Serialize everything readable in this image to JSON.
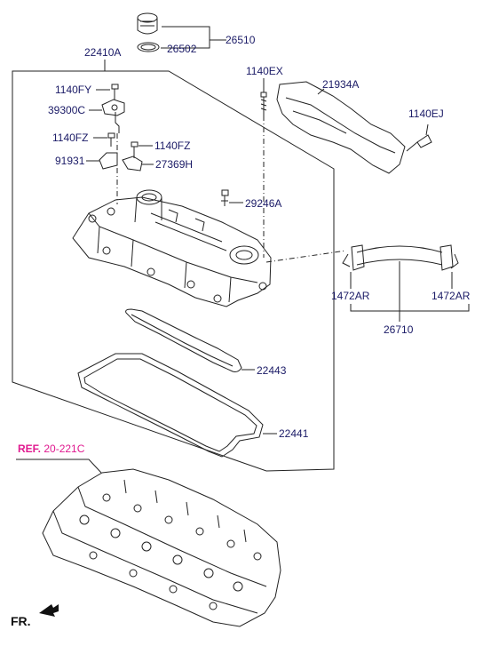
{
  "labels": {
    "l_26510": "26510",
    "l_26502": "26502",
    "l_22410A": "22410A",
    "l_1140EX": "1140EX",
    "l_21934A": "21934A",
    "l_1140FY": "1140FY",
    "l_39300C": "39300C",
    "l_1140EJ": "1140EJ",
    "l_1140FZ_a": "1140FZ",
    "l_1140FZ_b": "1140FZ",
    "l_91931": "91931",
    "l_27369H": "27369H",
    "l_29246A": "29246A",
    "l_1472AR_a": "1472AR",
    "l_1472AR_b": "1472AR",
    "l_26710": "26710",
    "l_22443": "22443",
    "l_22441": "22441"
  },
  "reference": {
    "prefix": "REF.",
    "code": "20-221C"
  },
  "direction": {
    "label": "FR."
  },
  "colors": {
    "label": "#1a1a66",
    "reference": "#e0198f",
    "line": "#222222"
  }
}
